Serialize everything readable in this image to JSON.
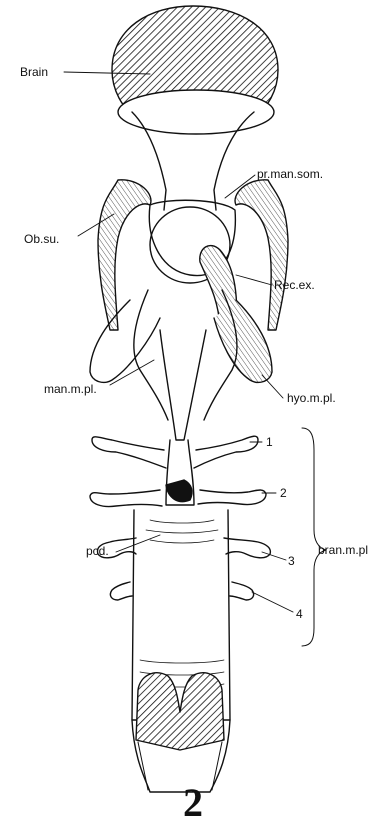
{
  "labels": {
    "brain": "Brain",
    "pr_man_som": "pr.man.som.",
    "ob_su": "Ob.su.",
    "rec_ex": "Rec.ex.",
    "man_m_pl": "man.m.pl.",
    "hyo_m_pl": "hyo.m.pl.",
    "bran_m_pl": "bran.m.pl",
    "pcd": "pcd.",
    "pouch_1": "1",
    "pouch_2": "2",
    "pouch_3": "3",
    "pouch_4": "4"
  },
  "figure_number": "2",
  "colors": {
    "ink": "#111111",
    "paper": "#ffffff"
  }
}
